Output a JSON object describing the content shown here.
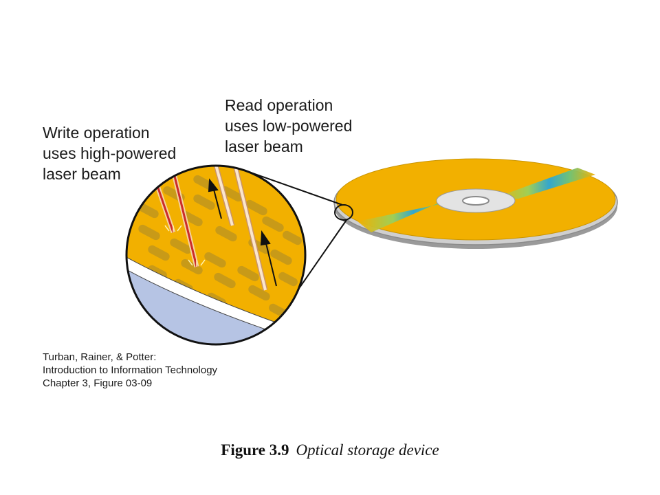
{
  "write_label": [
    "Write operation",
    "uses high-powered",
    "laser beam"
  ],
  "read_label": [
    "Read operation",
    "uses low-powered",
    "laser beam"
  ],
  "credit": [
    "Turban, Rainer, & Potter:",
    "Introduction to Information Technology",
    "Chapter 3, Figure 03-09"
  ],
  "caption": {
    "number": "Figure 3.9",
    "text": "Optical storage device"
  },
  "colors": {
    "disc_gold": "#f2b000",
    "pit_brown": "#c89a18",
    "protective_layer": "#b6c4e4",
    "write_beam": "#cc2a2a",
    "read_beam": "#f3c89a"
  }
}
